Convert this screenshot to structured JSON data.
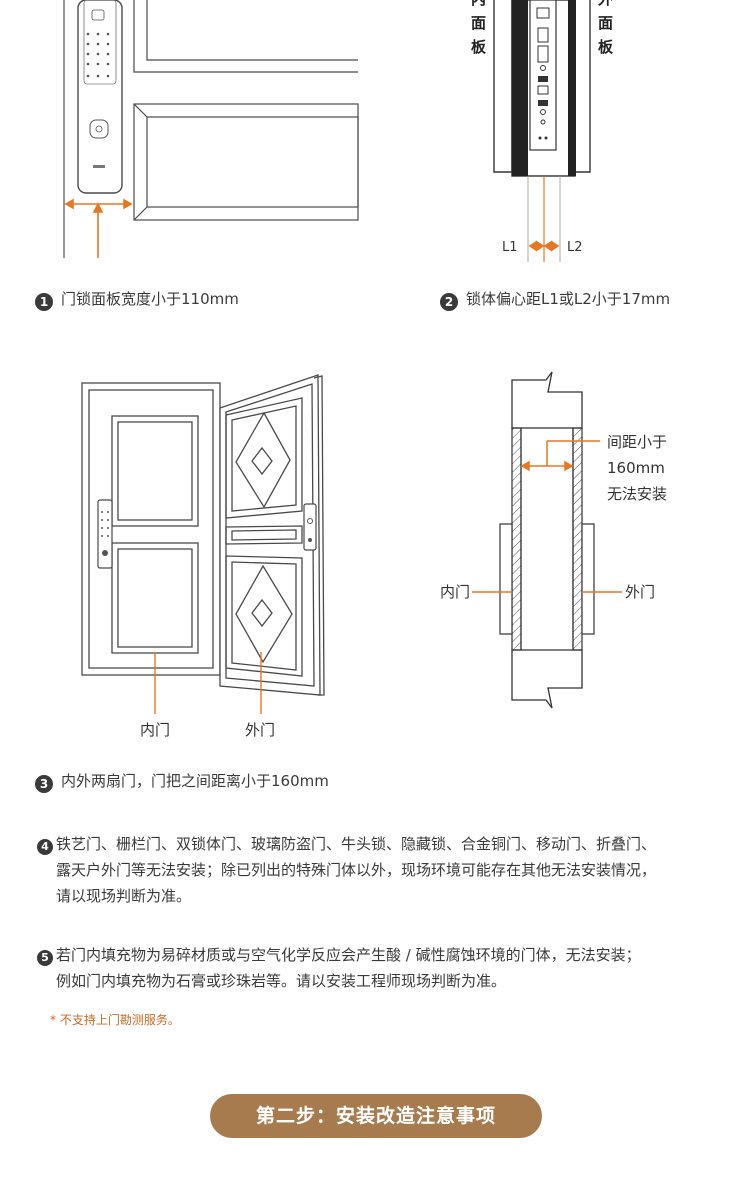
{
  "figure1": {
    "caption_num": "1",
    "caption": "门锁面板宽度小于110mm"
  },
  "figure2": {
    "caption_num": "2",
    "caption": "锁体偏心距L1或L2小于17mm",
    "inner_panel": "内面板",
    "outer_panel": "外面板",
    "l1": "L1",
    "l2": "L2"
  },
  "figure3": {
    "caption_num": "3",
    "caption": "内外两扇门，门把之间距离小于160mm",
    "inner_door": "内门",
    "outer_door": "外门"
  },
  "figure4": {
    "gap_note": "间距小于\n160mm\n无法安装",
    "inner_door": "内门",
    "outer_door": "外门"
  },
  "note4": {
    "num": "4",
    "lines": [
      "铁艺门、栅栏门、双锁体门、玻璃防盗门、牛头锁、隐藏锁、合金铜门、移动门、折叠门、",
      "露天户外门等无法安装；除已列出的特殊门体以外，现场环境可能存在其他无法安装情况，",
      "请以现场判断为准。"
    ]
  },
  "note5": {
    "num": "5",
    "lines": [
      "若门内填充物为易碎材质或与空气化学反应会产生酸 / 碱性腐蚀环境的门体，无法安装；",
      "例如门内填充物为石膏或珍珠岩等。请以安装工程师现场判断为准。"
    ]
  },
  "footnote": "* 不支持上门勘测服务。",
  "step_button": "第二步：安装改造注意事项",
  "colors": {
    "accent": "#e87722",
    "button": "#a87b4f",
    "line": "#4a4a4a"
  }
}
